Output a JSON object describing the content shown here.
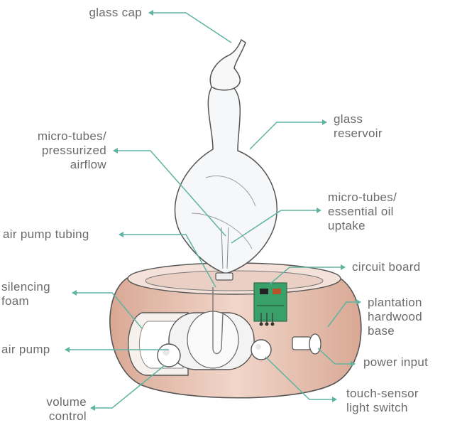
{
  "labels": {
    "glass_cap": [
      "glass cap"
    ],
    "glass_reservoir": [
      "glass",
      "reservoir"
    ],
    "micro_tubes_airflow": [
      "micro-tubes/",
      "pressurized",
      "airflow"
    ],
    "micro_tubes_uptake": [
      "micro-tubes/",
      "essential oil",
      "uptake"
    ],
    "air_pump_tubing": [
      "air pump tubing"
    ],
    "circuit_board": [
      "circuit board"
    ],
    "silencing_foam": [
      "silencing",
      "foam"
    ],
    "plantation_base": [
      "plantation",
      "hardwood",
      "base"
    ],
    "air_pump": [
      "air pump"
    ],
    "power_input": [
      "power input"
    ],
    "volume_control": [
      "volume",
      "control"
    ],
    "touch_sensor": [
      "touch-sensor",
      "light switch"
    ]
  },
  "colors": {
    "leader": "#5fb3a1",
    "text": "#6b6b6b",
    "base_wood": "#e9c3b5",
    "outline": "#555555",
    "circuit": "#2e8b57"
  }
}
